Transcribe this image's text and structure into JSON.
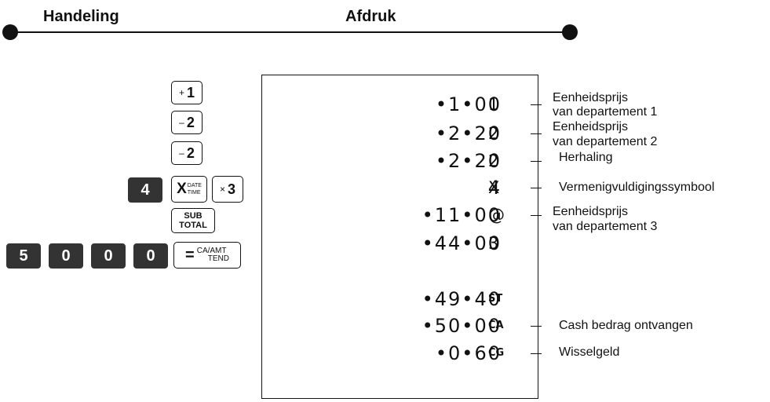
{
  "header": {
    "left": "Handeling",
    "right": "Afdruk"
  },
  "keys": {
    "k1_sym": "+",
    "k1_num": "1",
    "k2_sym": "–",
    "k2_num": "2",
    "k3_sym": "–",
    "k3_num": "2",
    "qty": "4",
    "xdate_x": "X",
    "xdate_top": "DATE",
    "xdate_bot": "TIME",
    "mult_sym": "×",
    "mult_num": "3",
    "sub_top": "SUB",
    "sub_bot": "TOTAL",
    "tender": [
      "5",
      "0",
      "0",
      "0"
    ],
    "ca_eq": "=",
    "ca_text": "CA/AMT",
    "ca_text2": "TEND"
  },
  "receipt": {
    "lines": [
      {
        "amount": "•1•00",
        "symbol": "1",
        "note1": "Eenheidsprijs",
        "note2": "van departement 1"
      },
      {
        "amount": "•2•20",
        "symbol": "2",
        "note1": "Eenheidsprijs",
        "note2": "van departement 2"
      },
      {
        "amount": "•2•20",
        "symbol": "2",
        "note1": "Herhaling"
      },
      {
        "amount": "4",
        "symbol": "X",
        "note1": "Vermenigvuldigingssymbool"
      },
      {
        "amount": "•11•00",
        "symbol": "@",
        "note1": "Eenheidsprijs",
        "note2": "van departement 3"
      },
      {
        "amount": "•44•00",
        "symbol": "3"
      },
      {
        "amount": "•49•40",
        "symbol": "ST"
      },
      {
        "amount": "•50•00",
        "symbol": "CA",
        "note1": "Cash bedrag ontvangen"
      },
      {
        "amount": "•0•60",
        "symbol": "CG",
        "note1": "Wisselgeld"
      }
    ]
  }
}
